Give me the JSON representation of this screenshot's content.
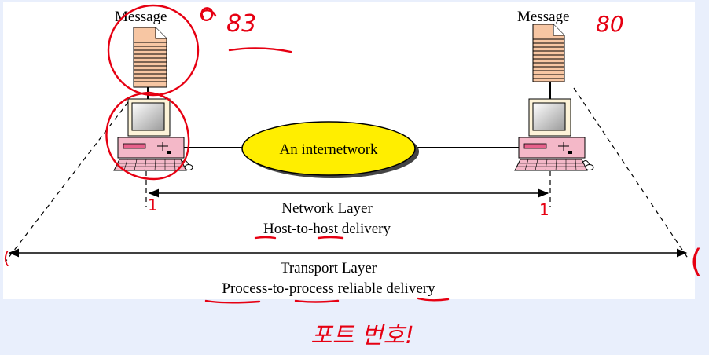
{
  "diagram": {
    "message_left": "Message",
    "message_right": "Message",
    "cloud_label": "An internetwork",
    "network_layer": {
      "title": "Network Layer",
      "subtitle": "Host-to-host delivery"
    },
    "transport_layer": {
      "title": "Transport Layer",
      "subtitle": "Process-to-process reliable delivery"
    }
  },
  "annotations": {
    "left_number": "83",
    "right_number": "80",
    "mark_left_host": "1",
    "mark_right_host": "1",
    "mark_left_edge": "(",
    "mark_right_edge": "(",
    "korean_note": "포트 번호!"
  },
  "colors": {
    "background": "#e9effc",
    "panel": "#ffffff",
    "document_fill": "#f7c6a3",
    "cloud_fill": "#ffee00",
    "computer_pink": "#f4b8c8",
    "annotation_red": "#e60012"
  }
}
